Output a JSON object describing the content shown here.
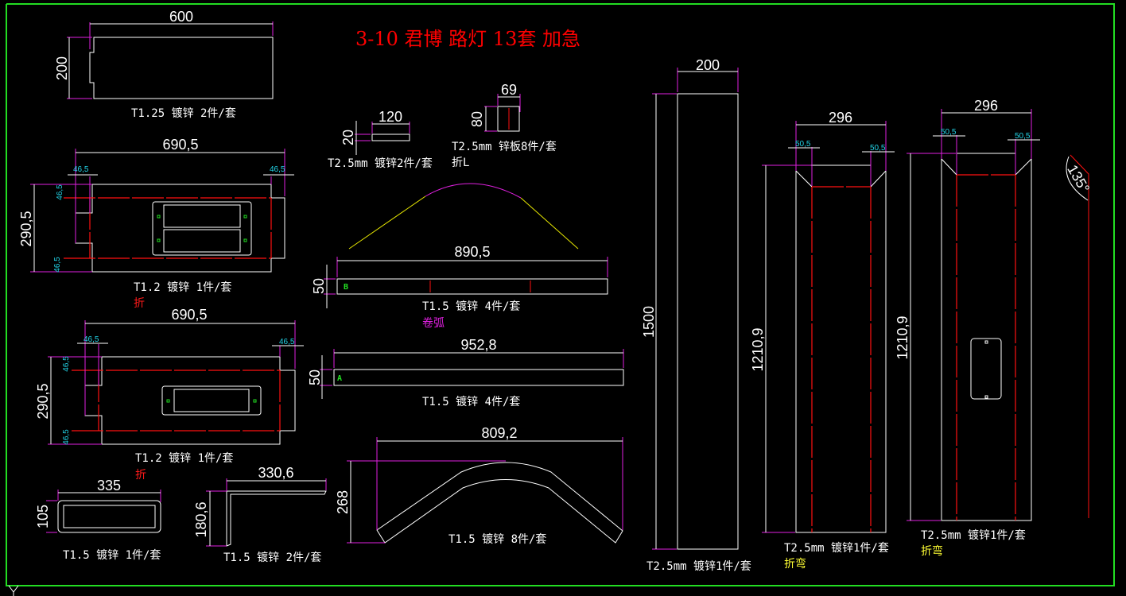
{
  "title": "3-10 君博 路灯 13套 加急",
  "colors": {
    "background": "#000000",
    "frame": "#22dd22",
    "outline": "#ffffff",
    "dimension_ext": "#e020e0",
    "bend_line": "#ff1010",
    "small_dim": "#22d3e6",
    "title": "#ff0000",
    "bend_note_yellow": "#ffff33"
  },
  "parts": [
    {
      "id": "plate-600",
      "dims": {
        "width": "600",
        "height": "200"
      },
      "label": "T1.25 镀锌 2件/套"
    },
    {
      "id": "panel-1",
      "dims": {
        "width": "690,5",
        "height": "290,5",
        "left_margin": "46,5",
        "right_margin": "46,5",
        "top_margin": "46,5",
        "bottom_margin": "46,5"
      },
      "label": "T1.2 镀锌 1件/套",
      "note": "折"
    },
    {
      "id": "panel-2",
      "dims": {
        "width": "690,5",
        "height": "290,5",
        "left_margin": "46,5",
        "right_margin": "46,5",
        "top_margin": "46,5",
        "bottom_margin": "46,5"
      },
      "label": "T1.2 镀锌 1件/套",
      "note": "折"
    },
    {
      "id": "frame-335",
      "dims": {
        "width": "335",
        "height": "105"
      },
      "label": "T1.5 镀锌 1件/套"
    },
    {
      "id": "angle-330",
      "dims": {
        "width": "330,6",
        "height": "180,6"
      },
      "label": "T1.5 镀锌 2件/套"
    },
    {
      "id": "strip-120",
      "dims": {
        "width": "120",
        "height": "20"
      },
      "label": "T2.5mm 镀锌2件/套"
    },
    {
      "id": "plate-69",
      "dims": {
        "width": "69",
        "height": "80"
      },
      "label": "T2.5mm 锌板8件/套",
      "note": "折L"
    },
    {
      "id": "strip-890",
      "dims": {
        "width": "890,5",
        "height": "50"
      },
      "mark": "B",
      "label": "T1.5 镀锌 4件/套",
      "note": "卷弧"
    },
    {
      "id": "strip-952",
      "dims": {
        "width": "952,8",
        "height": "50"
      },
      "mark": "A",
      "label": "T1.5 镀锌 4件/套"
    },
    {
      "id": "arch-809",
      "dims": {
        "width": "809,2",
        "height": "268"
      },
      "label": "T1.5 镀锌 8件/套"
    },
    {
      "id": "post-1500",
      "dims": {
        "width": "200",
        "height": "1500"
      },
      "label": "T2.5mm 镀锌1件/套"
    },
    {
      "id": "channel-1",
      "dims": {
        "width": "296",
        "height": "1210,9",
        "left_flange": "50,5",
        "right_flange": "50,5"
      },
      "label": "T2.5mm 镀锌1件/套",
      "note": "折弯"
    },
    {
      "id": "channel-2",
      "dims": {
        "width": "296",
        "height": "1210,9",
        "left_flange": "50,5",
        "right_flange": "50,5"
      },
      "label": "T2.5mm 镀锌1件/套",
      "note": "折弯"
    },
    {
      "id": "bend-profile",
      "dims": {
        "angle": "135°"
      }
    }
  ]
}
